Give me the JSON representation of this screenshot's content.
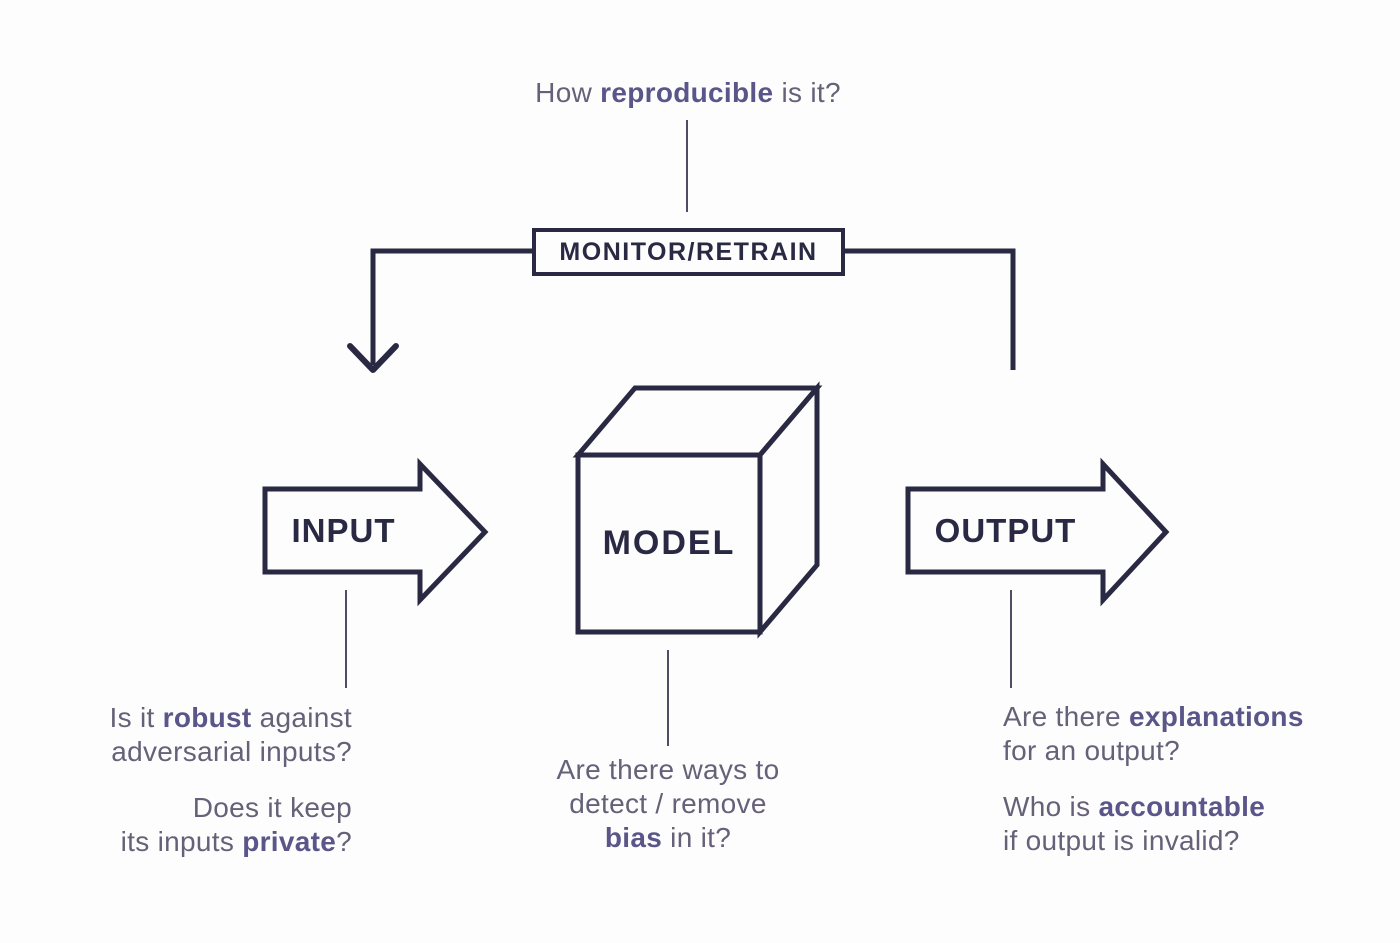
{
  "colors": {
    "ink": "#292943",
    "text": "#666178",
    "bold_text": "#5a5689",
    "connector": "#504c66",
    "background": "#fdfdfd"
  },
  "flow": {
    "monitor_label": "MONITOR/RETRAIN",
    "input_label": "INPUT",
    "model_label": "MODEL",
    "output_label": "OUTPUT"
  },
  "questions": {
    "monitor": {
      "pre": "How ",
      "bold": "reproducible",
      "post": " is it?"
    },
    "input_robust": {
      "line1_pre": "Is it ",
      "line1_bold": "robust",
      "line1_post": " against",
      "line2": "adversarial inputs?"
    },
    "input_private": {
      "line1": "Does it keep",
      "line2_pre": "its inputs ",
      "line2_bold": "private",
      "line2_post": "?"
    },
    "model_bias": {
      "line1": "Are there ways to",
      "line2": "detect / remove",
      "line3_bold": "bias",
      "line3_post": " in it?"
    },
    "output_explanations": {
      "line1_pre": "Are there ",
      "line1_bold": "explanations",
      "line2": "for an output?"
    },
    "output_accountable": {
      "line1_pre": "Who is ",
      "line1_bold": "accountable",
      "line2": "if output is invalid?"
    }
  }
}
